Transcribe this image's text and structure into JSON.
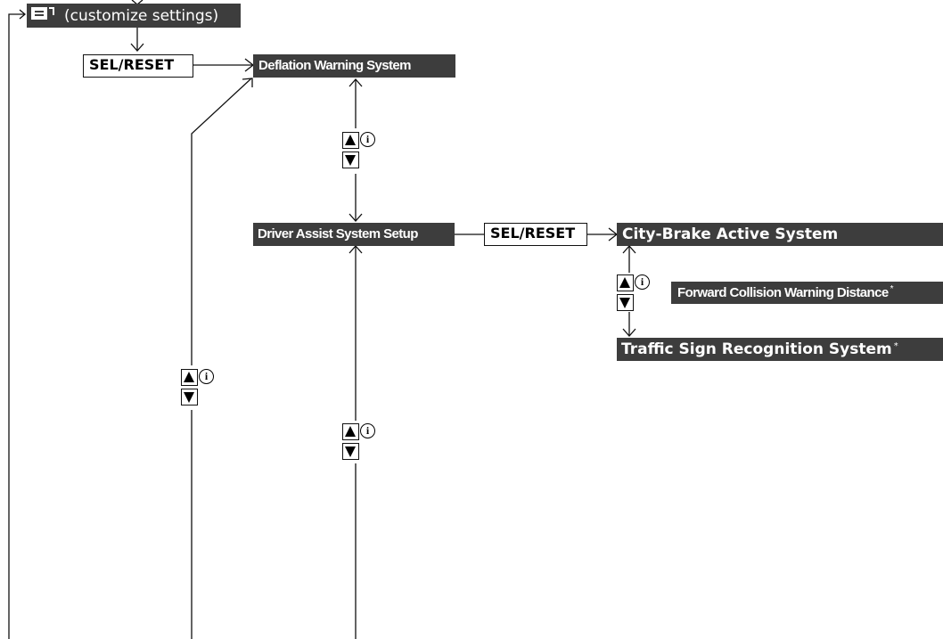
{
  "menu_header": {
    "icon": "menu-lines-icon",
    "label": "(customize settings)"
  },
  "buttons": {
    "sel_reset_1": "SEL/RESET",
    "sel_reset_2": "SEL/RESET"
  },
  "items": {
    "deflation": "Deflation Warning System",
    "driver_assist": "Driver Assist System Setup",
    "city_brake": "City-Brake Active System",
    "forward_collision": "Forward Collision Warning Distance",
    "traffic_sign": "Traffic Sign Recognition System"
  },
  "footnote_marks": {
    "forward_collision": "*",
    "traffic_sign": "*"
  },
  "key_icons": {
    "up": "up-triangle-icon",
    "info": "info-icon",
    "info_glyph": "i",
    "down": "down-triangle-icon"
  },
  "colors": {
    "label_background": "#3d3d3d",
    "label_text": "#ffffff",
    "line": "#111111"
  }
}
